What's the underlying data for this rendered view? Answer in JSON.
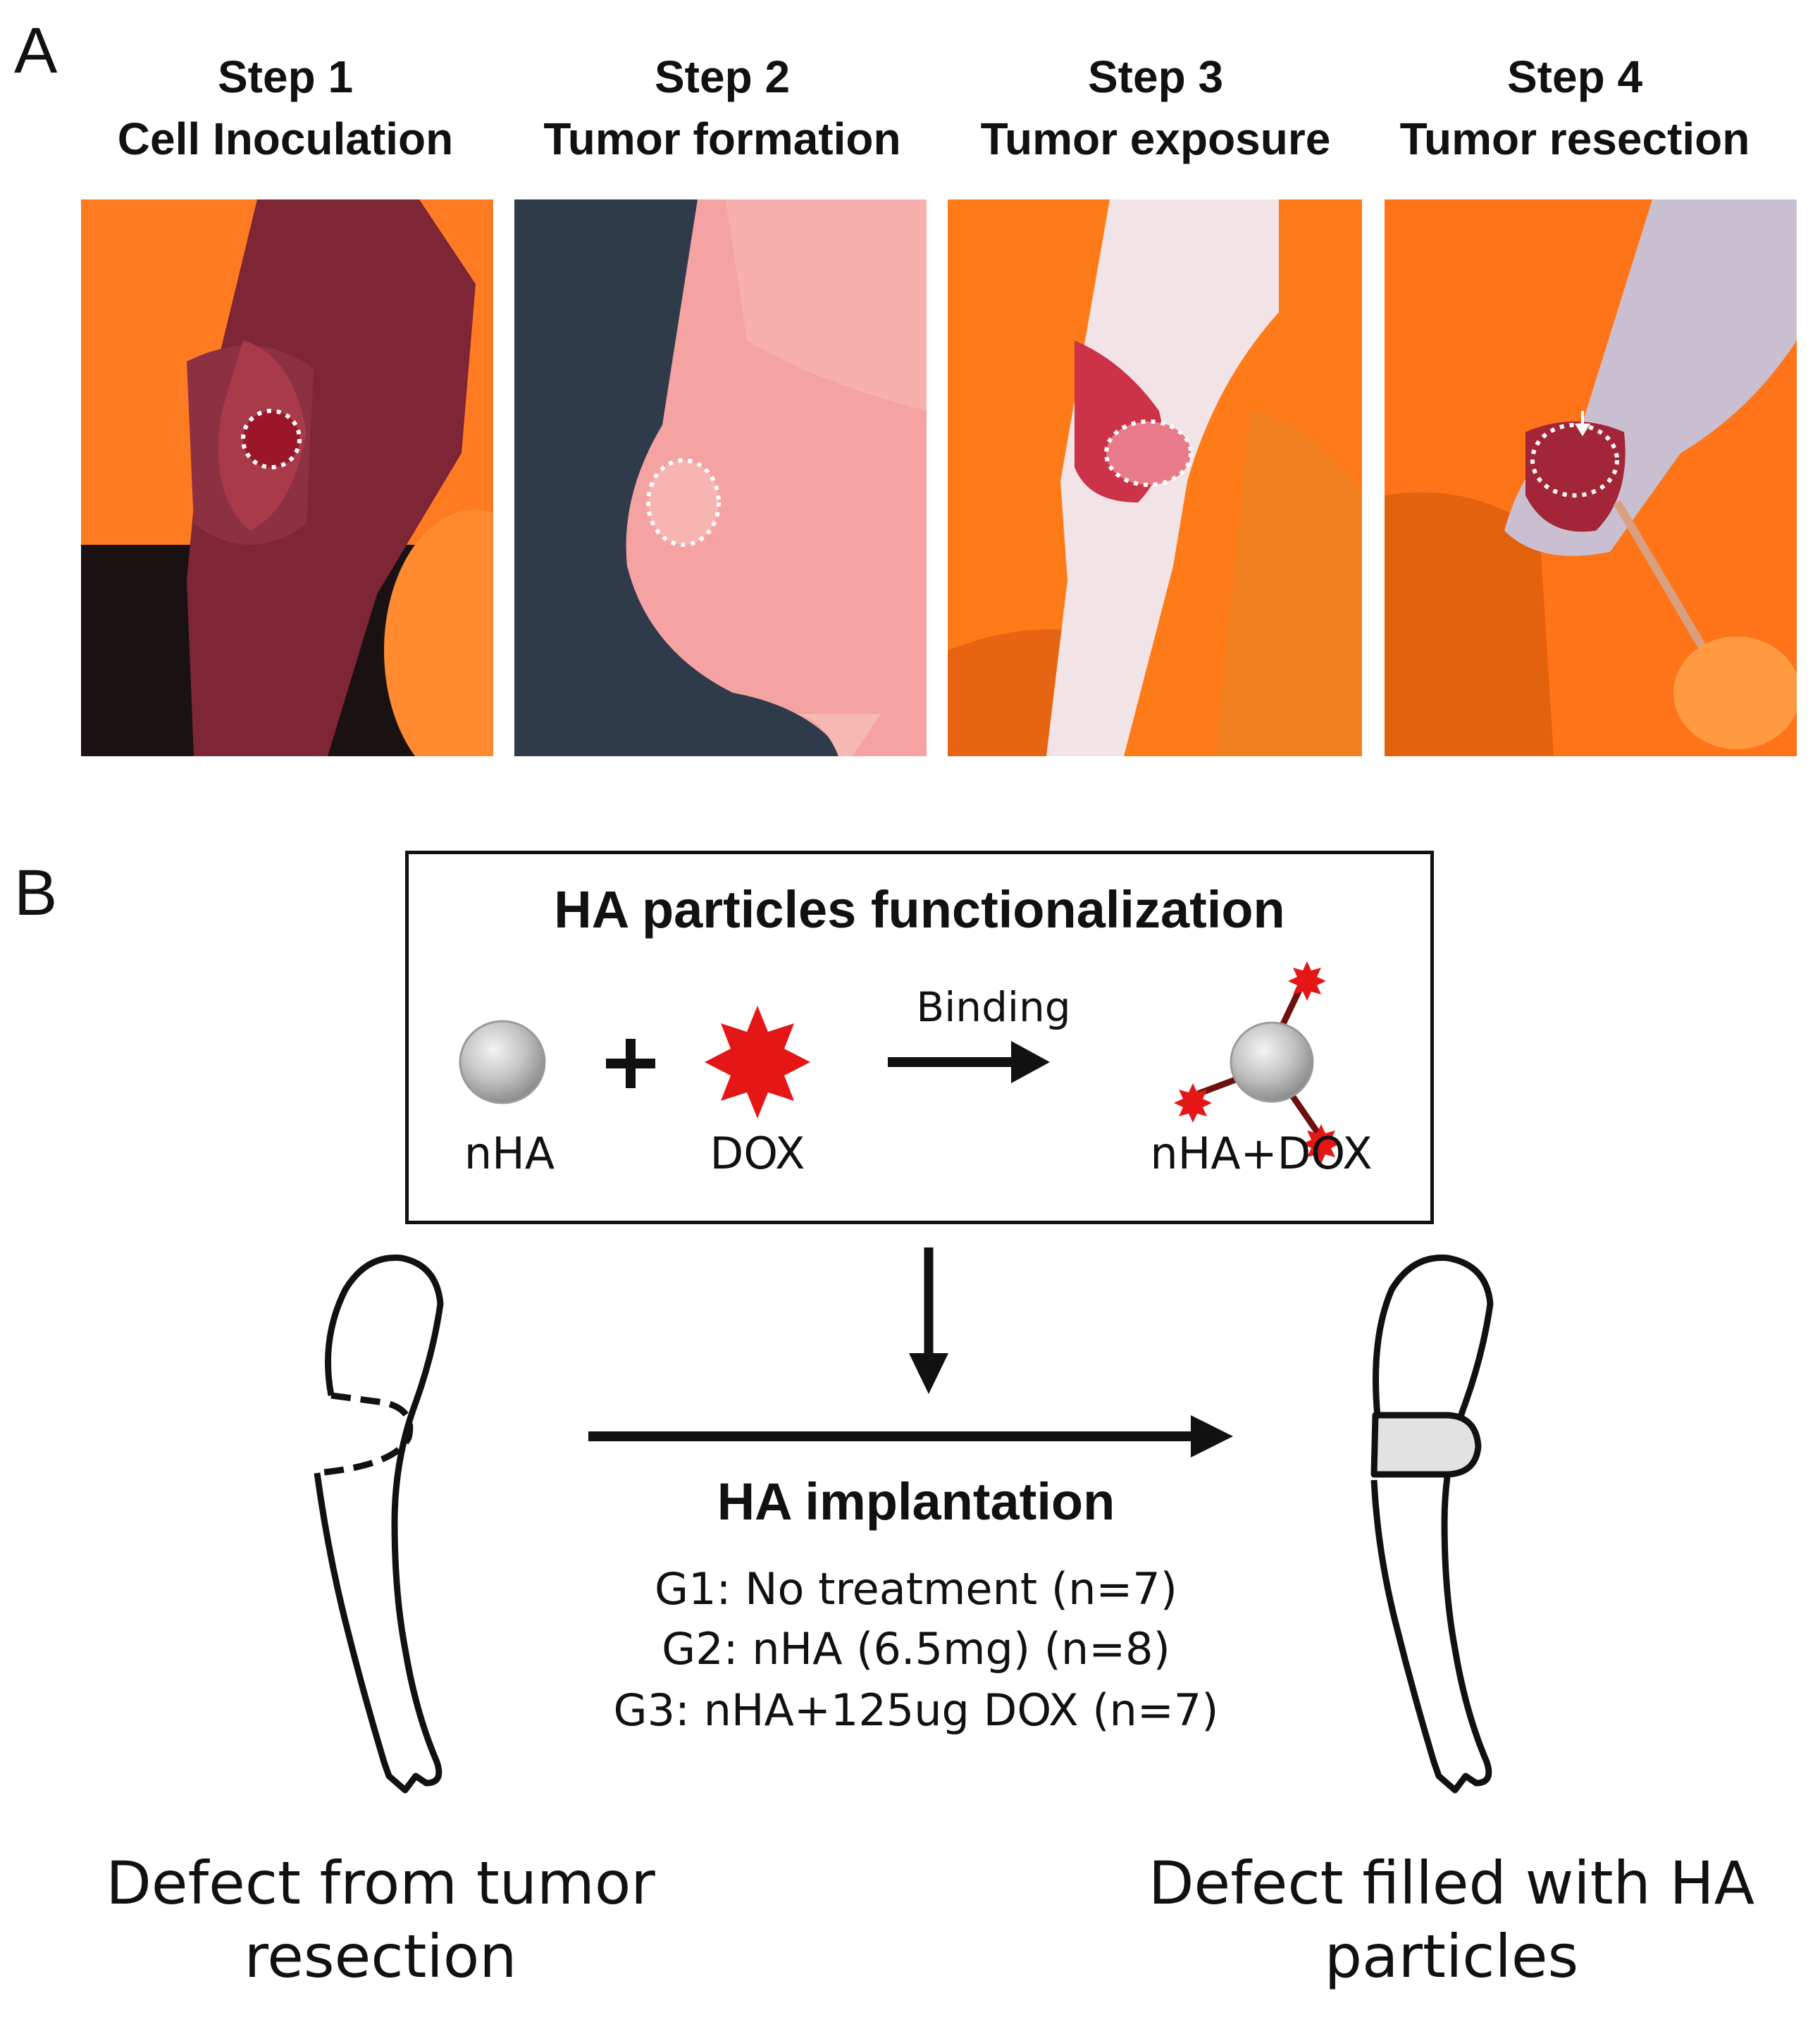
{
  "panel_a": {
    "letter": "A",
    "steps": [
      {
        "step": "Step 1",
        "title": "Cell Inoculation"
      },
      {
        "step": "Step 2",
        "title": "Tumor formation"
      },
      {
        "step": "Step 3",
        "title": "Tumor exposure"
      },
      {
        "step": "Step 4",
        "title": "Tumor resection"
      }
    ]
  },
  "panel_b": {
    "letter": "B",
    "functionalization": {
      "title": "HA particles functionalization",
      "plus": "+",
      "nha_label": "nHA",
      "dox_label": "DOX",
      "binding_label": "Binding",
      "product_label": "nHA+DOX"
    },
    "implantation": {
      "title": "HA implantation",
      "groups": [
        "G1: No treatment (n=7)",
        "G2: nHA (6.5mg) (n=8)",
        "G3: nHA+125ug DOX (n=7)"
      ]
    },
    "left_caption": [
      "Defect from tumor",
      "resection"
    ],
    "right_caption": [
      "Defect filled with HA",
      "particles"
    ]
  },
  "colors": {
    "glove_orange": "#ff7a1a",
    "skin_red": "#8a2a3a",
    "skin_pink": "#f0a0a0",
    "dox_red": "#e01b1b",
    "particle_gray": "#bfbfbf",
    "filled_gray": "#e0e0e0"
  }
}
